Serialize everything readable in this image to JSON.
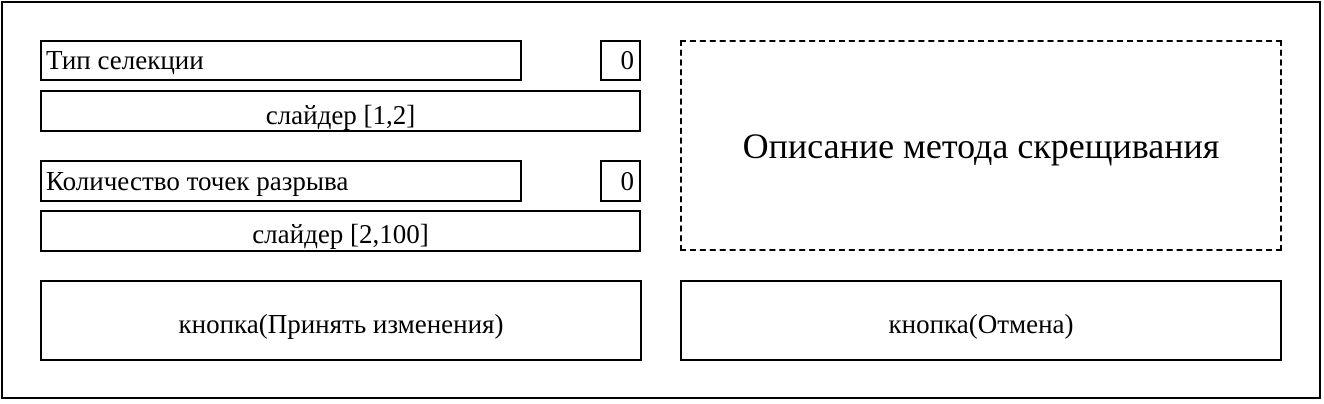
{
  "selection": {
    "label": "Тип селекции",
    "value": "0",
    "slider_label": "слайдер [1,2]"
  },
  "breakpoints": {
    "label": "Количество точек разрыва",
    "value": "0",
    "slider_label": "слайдер [2,100]"
  },
  "description": {
    "text": "Описание метода скрещивания"
  },
  "buttons": {
    "accept_label": "кнопка(Принять изменения)",
    "cancel_label": "кнопка(Отмена)"
  }
}
